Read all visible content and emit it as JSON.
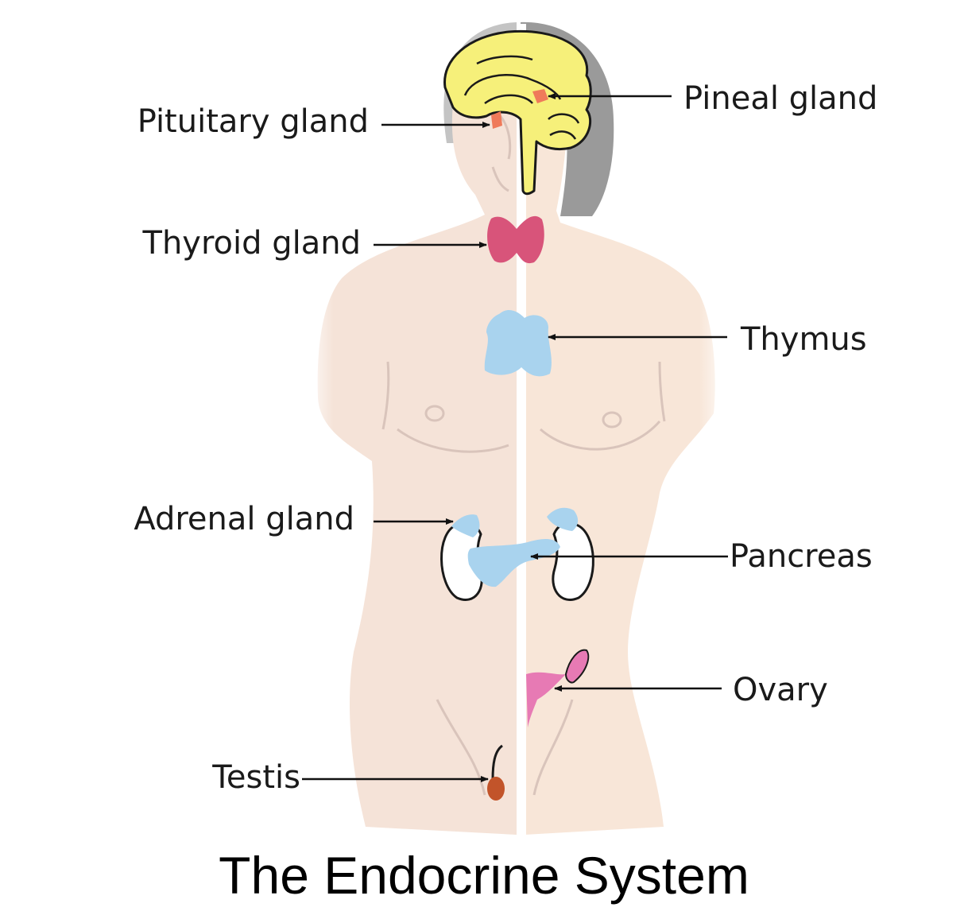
{
  "title": "The Endocrine System",
  "labels": {
    "pituitary": "Pituitary gland",
    "pineal": "Pineal gland",
    "thyroid": "Thyroid gland",
    "thymus": "Thymus",
    "adrenal": "Adrenal gland",
    "pancreas": "Pancreas",
    "ovary": "Ovary",
    "testis": "Testis"
  },
  "colors": {
    "body_left": "#f5e3d8",
    "body_right": "#f8e6d8",
    "hair": "#9a9a9a",
    "brain": "#f6f07a",
    "pituitary_pineal": "#ef7a5a",
    "thyroid": "#d8547a",
    "thymus_pancreas": "#a9d3ee",
    "kidney": "#ffffff",
    "ovary": "#e77ab4",
    "testis": "#c2542a",
    "leader_line": "#111111"
  }
}
